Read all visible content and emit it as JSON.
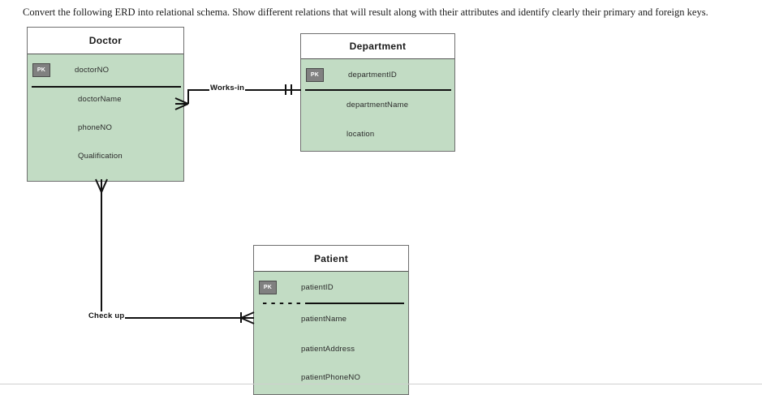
{
  "prompt": {
    "text": "Convert the following ERD into relational schema. Show different relations that will result along with their attributes and identify clearly their primary and foreign keys."
  },
  "diagram": {
    "type": "erd-crows-foot",
    "colors": {
      "entity_fill": "#c2dcc4",
      "entity_header_fill": "#ffffff",
      "entity_border": "#6f6f6f",
      "pk_badge_fill": "#808080",
      "line": "#111111",
      "text": "#1a1a1a"
    },
    "entities": [
      {
        "name": "Doctor",
        "title": "Doctor",
        "primary_key": {
          "badge": "PK",
          "label": "doctorNO"
        },
        "attributes": [
          "doctorName",
          "phoneNO",
          "Qualification"
        ]
      },
      {
        "name": "Department",
        "title": "Department",
        "primary_key": {
          "badge": "PK",
          "label": "departmentID"
        },
        "attributes": [
          "departmentName",
          "location"
        ]
      },
      {
        "name": "Patient",
        "title": "Patient",
        "primary_key": {
          "badge": "PK",
          "label": "patientID"
        },
        "attributes": [
          "patientName",
          "patientAddress",
          "patientPhoneNO"
        ]
      }
    ],
    "relationships": [
      {
        "name": "works-in",
        "label": "Works-in",
        "from": "Doctor",
        "to": "Department",
        "from_notation": "many",
        "to_notation": "one-and-only-one"
      },
      {
        "name": "check-up",
        "label": "Check up",
        "from": "Doctor",
        "to": "Patient",
        "from_notation": "many",
        "to_notation": "many"
      }
    ]
  }
}
